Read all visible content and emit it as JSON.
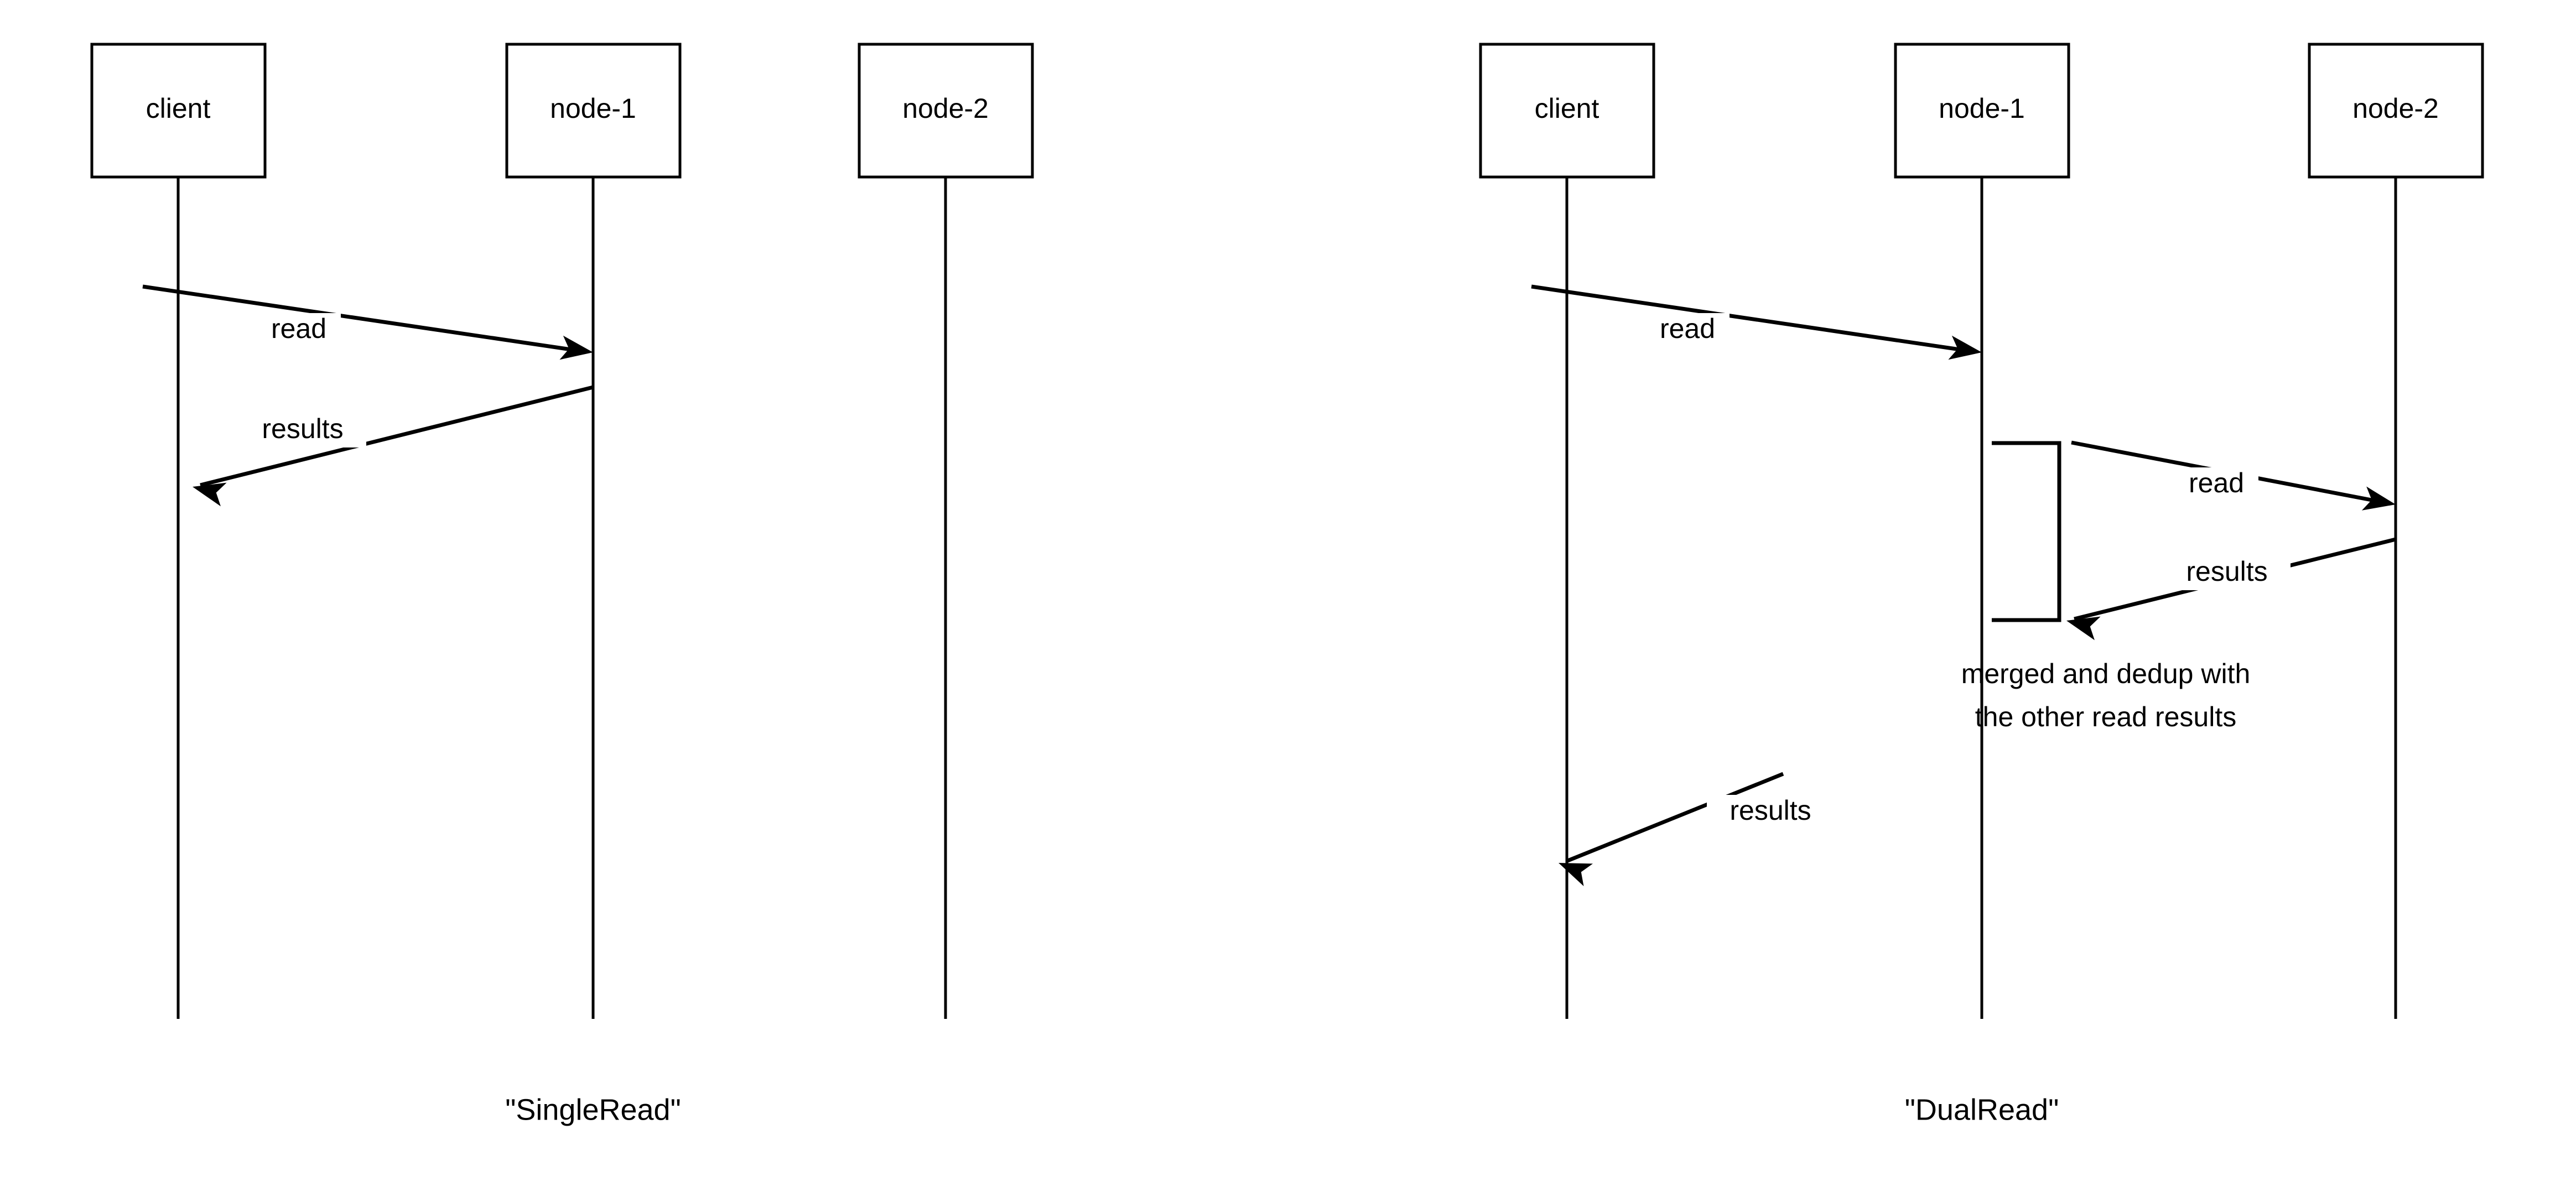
{
  "figure": {
    "type": "uml-sequence-diagram",
    "background_color": "#ffffff",
    "stroke_color": "#000000",
    "panel_count": 2
  },
  "panels": [
    {
      "id": "single-read",
      "caption": "\"SingleRead\"",
      "participants": [
        {
          "id": "client",
          "label": "client"
        },
        {
          "id": "node-1",
          "label": "node-1"
        },
        {
          "id": "node-2",
          "label": "node-2"
        }
      ],
      "messages": [
        {
          "label": "read",
          "from": "client",
          "to": "node-1",
          "direction": "right"
        },
        {
          "label": "results",
          "from": "node-1",
          "to": "client",
          "direction": "left"
        }
      ],
      "activations": [],
      "notes": []
    },
    {
      "id": "dual-read",
      "caption": "\"DualRead\"",
      "participants": [
        {
          "id": "client",
          "label": "client"
        },
        {
          "id": "node-1",
          "label": "node-1"
        },
        {
          "id": "node-2",
          "label": "node-2"
        }
      ],
      "messages": [
        {
          "label": "read",
          "from": "client",
          "to": "node-1",
          "direction": "right"
        },
        {
          "label": "read",
          "from": "node-1",
          "to": "node-2",
          "direction": "right"
        },
        {
          "label": "results",
          "from": "node-2",
          "to": "node-1",
          "direction": "left"
        },
        {
          "label": "results",
          "from": "node-1",
          "to": "client",
          "direction": "left"
        }
      ],
      "activations": [
        {
          "on": "node-1",
          "label": ""
        }
      ],
      "notes": [
        {
          "on": "node-1",
          "lines": [
            "merged and dedup with",
            "the other read results"
          ]
        }
      ]
    }
  ],
  "labels": {
    "client": "client",
    "node_1": "node-1",
    "node_2": "node-2",
    "read": "read",
    "results": "results",
    "note_line_1": "merged and dedup with",
    "note_line_2": "the other read results",
    "caption_left": "\"SingleRead\"",
    "caption_right": "\"DualRead\""
  }
}
